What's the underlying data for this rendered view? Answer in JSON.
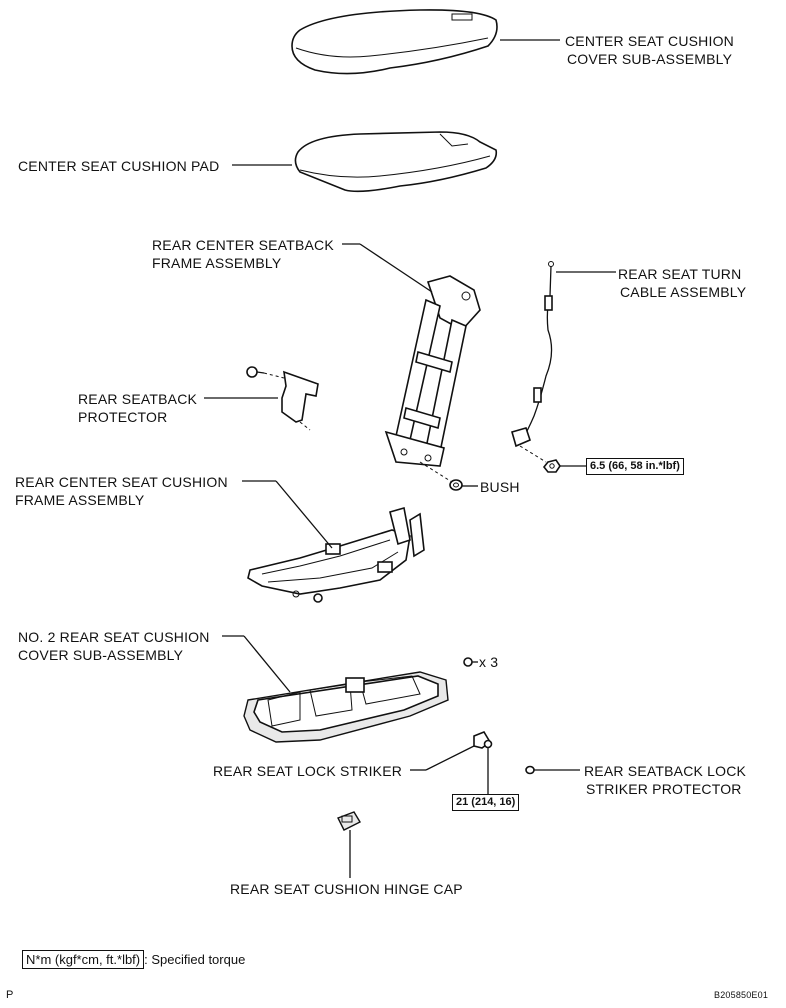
{
  "labels": {
    "center_seat_cushion_cover": [
      "CENTER SEAT CUSHION",
      "COVER SUB-ASSEMBLY"
    ],
    "center_seat_cushion_pad": [
      "CENTER SEAT CUSHION PAD"
    ],
    "rear_center_seatback_frame": [
      "REAR CENTER SEATBACK",
      "FRAME ASSEMBLY"
    ],
    "rear_seat_turn_cable": [
      "REAR SEAT TURN",
      "CABLE ASSEMBLY"
    ],
    "rear_seatback_protector": [
      "REAR SEATBACK",
      "PROTECTOR"
    ],
    "rear_center_seat_cushion_frame": [
      "REAR CENTER SEAT CUSHION",
      "FRAME ASSEMBLY"
    ],
    "bush": [
      "BUSH"
    ],
    "no2_rear_seat_cushion_cover": [
      "NO. 2 REAR SEAT CUSHION",
      "COVER SUB-ASSEMBLY"
    ],
    "quantity_x3": "x 3",
    "rear_seat_lock_striker": [
      "REAR SEAT LOCK STRIKER"
    ],
    "rear_seatback_lock_striker_protector": [
      "REAR SEATBACK LOCK",
      "STRIKER PROTECTOR"
    ],
    "rear_seat_cushion_hinge_cap": [
      "REAR SEAT CUSHION HINGE CAP"
    ]
  },
  "torques": {
    "turn_cable_nut": "6.5 (66, 58 in.*lbf)",
    "lock_striker_bolt": "21 (214, 16)"
  },
  "legend": {
    "box": "N*m (kgf*cm, ft.*lbf)",
    "text": ": Specified torque"
  },
  "footer": {
    "left_mark": "P",
    "figure_id": "B205850E01"
  }
}
